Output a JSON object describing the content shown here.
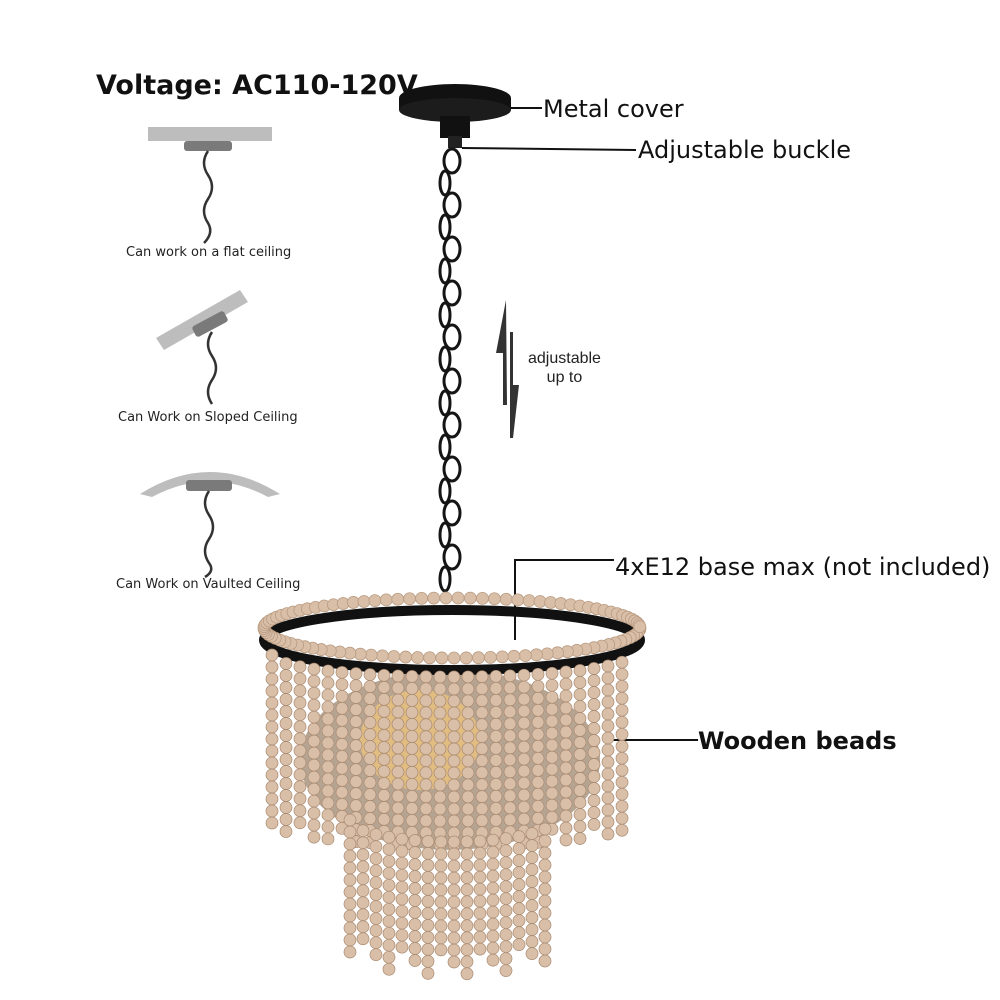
{
  "title": "Voltage: AC110-120V",
  "callouts": {
    "metal_cover": "Metal cover",
    "adjustable_buckle": "Adjustable buckle",
    "bulb_base": "4xE12 base max (not included)",
    "wooden_beads": "Wooden beads"
  },
  "adjustable": {
    "line1": "adjustable",
    "line2": "up to"
  },
  "ceiling_types": [
    {
      "caption": "Can work on a flat ceiling"
    },
    {
      "caption": "Can Work on Sloped Ceiling"
    },
    {
      "caption": "Can Work on Vaulted Ceiling"
    }
  ],
  "colors": {
    "bead": "#d9bfa8",
    "metal": "#1a1a1a",
    "ceiling": "#b9b9b9"
  }
}
